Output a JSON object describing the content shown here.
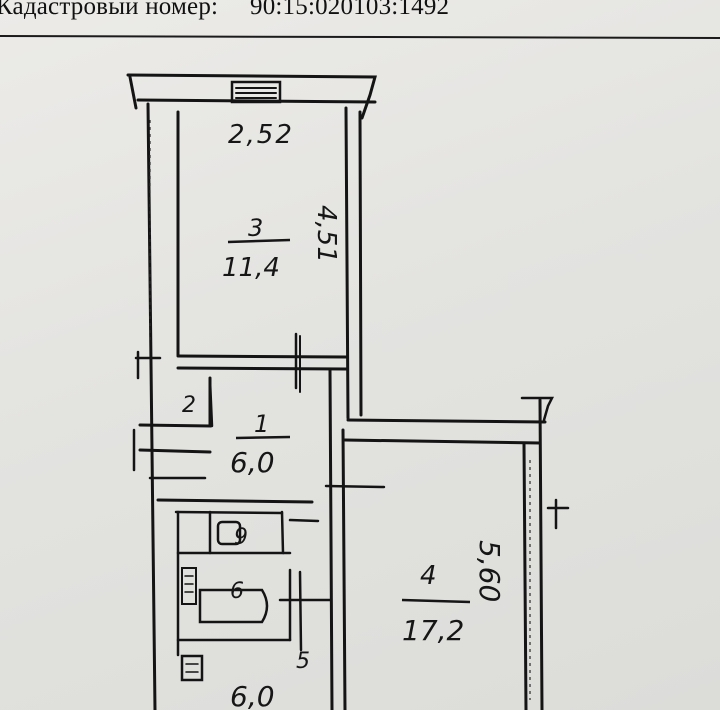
{
  "header": {
    "label": "Кадастровый номер:",
    "value": "90:15:020103:1492"
  },
  "plan": {
    "rooms": [
      {
        "number": "1",
        "area": "6,0"
      },
      {
        "number": "2",
        "area": ""
      },
      {
        "number": "3",
        "area": "11,4"
      },
      {
        "number": "4",
        "area": "17,2"
      },
      {
        "number": "5",
        "area": "6,0"
      },
      {
        "number": "6",
        "area": ""
      },
      {
        "number": "9",
        "area": ""
      }
    ],
    "dimensions": {
      "balcony_width": "2,52",
      "room3_length": "4,51",
      "room4_length": "5,60"
    }
  }
}
